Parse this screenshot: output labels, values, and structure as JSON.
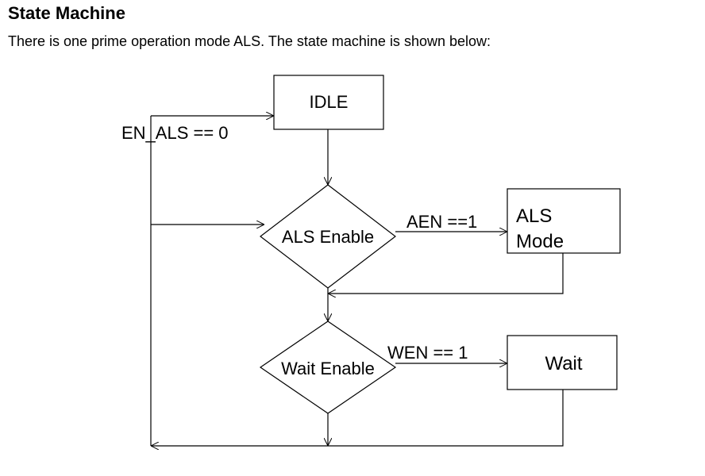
{
  "heading": "State Machine",
  "intro": "There is one prime operation mode ALS. The state machine is shown below:",
  "diagram": {
    "states": {
      "idle": "IDLE",
      "als_enable": "ALS Enable",
      "als_mode_line1": "ALS",
      "als_mode_line2": "Mode",
      "wait_enable": "Wait Enable",
      "wait": "Wait"
    },
    "transitions": {
      "en_als": "EN_ALS == 0",
      "aen": "AEN ==1",
      "wen": "WEN == 1"
    }
  }
}
